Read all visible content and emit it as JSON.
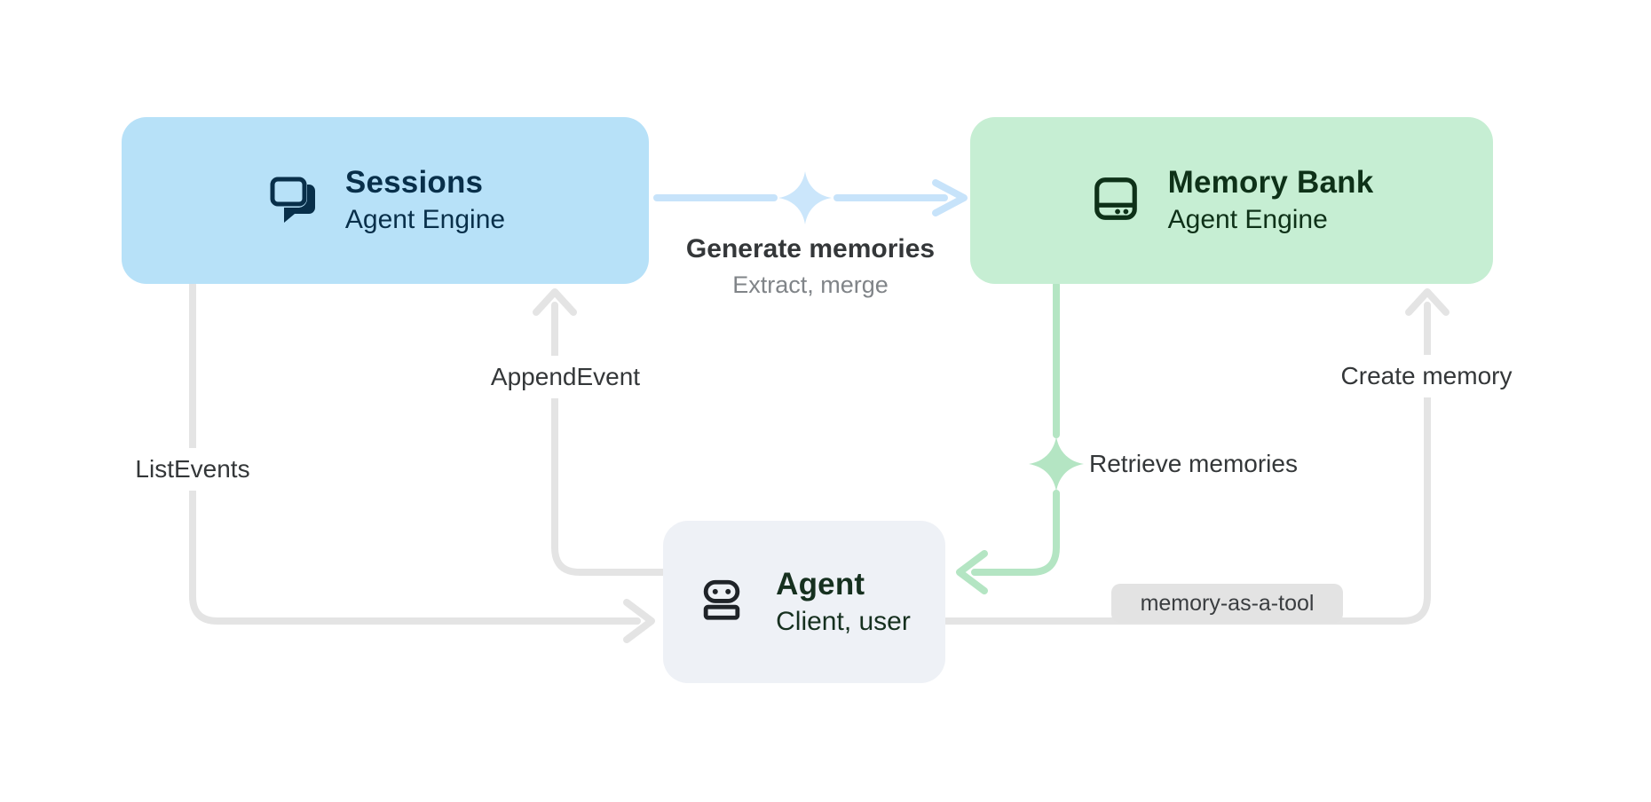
{
  "nodes": {
    "sessions": {
      "title": "Sessions",
      "subtitle": "Agent Engine",
      "icon": "chat-bubbles-icon",
      "fill": "#b7e1f8",
      "text_color": "#082f4a"
    },
    "memory_bank": {
      "title": "Memory Bank",
      "subtitle": "Agent Engine",
      "icon": "memory-storage-icon",
      "fill": "#c6eed3",
      "text_color": "#0e3118"
    },
    "agent": {
      "title": "Agent",
      "subtitle": "Client, user",
      "icon": "robot-icon",
      "fill": "#eef1f6",
      "text_color": "#16301f"
    }
  },
  "edges": {
    "generate_memories": {
      "label": "Generate memories",
      "sublabel": "Extract, merge",
      "from": "Sessions",
      "to": "Memory Bank",
      "color": "#c7e3fa",
      "decoration": "sparkle-icon"
    },
    "append_event": {
      "label": "AppendEvent",
      "from": "Agent",
      "to": "Sessions",
      "color": "#e4e4e4"
    },
    "list_events": {
      "label": "ListEvents",
      "from": "Sessions",
      "to": "Agent",
      "color": "#e4e4e4"
    },
    "retrieve_memories": {
      "label": "Retrieve memories",
      "from": "Memory Bank",
      "to": "Agent",
      "color": "#b4e5c3",
      "decoration": "sparkle-icon"
    },
    "create_memory": {
      "label": "Create memory",
      "badge": "memory-as-a-tool",
      "from": "Agent",
      "to": "Memory Bank",
      "color": "#e4e4e4"
    }
  },
  "colors": {
    "background": "#ffffff",
    "blue_node": "#b7e1f8",
    "green_node": "#c6eed3",
    "gray_node": "#eef1f6",
    "blue_arrow": "#c7e3fa",
    "green_arrow": "#b4e5c3",
    "gray_arrow": "#e4e4e4",
    "badge_bg": "#e3e3e3",
    "label_text": "#343739",
    "sublabel_text": "#808488"
  }
}
